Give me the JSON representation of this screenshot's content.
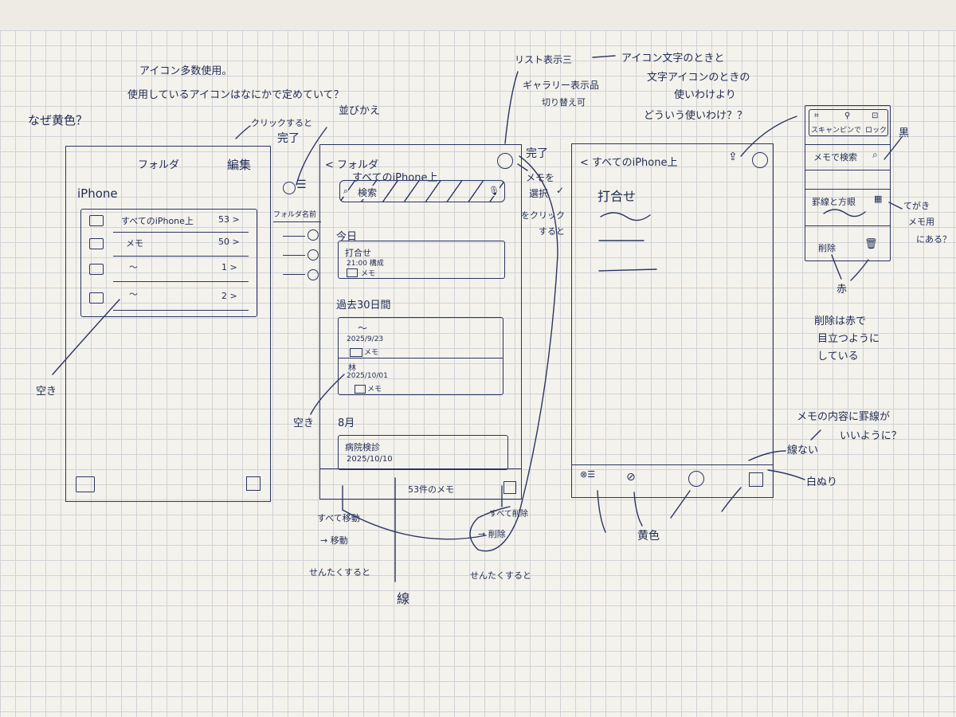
{
  "annotations": {
    "top1": "アイコン多数使用。",
    "top2": "使用しているアイコンはなにかで定めていて？",
    "why_yellow": "なぜ黄色？",
    "click_done_1": "クリックすると",
    "click_done_2": "完了",
    "sort": "並びかえ",
    "list_view": "リスト表示三",
    "gallery_view": "ギャラリー表示品",
    "switchable": "切り替え可",
    "icon_text_1": "アイコン文字のときと",
    "icon_text_2": "文字アイコンのときの",
    "icon_text_3": "使いわけより",
    "icon_text_4": "どういう使いわけ？？",
    "done_right": "完了",
    "memo_select_1": "メモを",
    "memo_select_2": "選択",
    "memo_select_3": "をクリック",
    "memo_select_4": "すると",
    "black": "黒",
    "handwrite_1": "てがき",
    "handwrite_2": "メモ用",
    "handwrite_3": "にある？",
    "red": "赤",
    "delete_note_1": "削除は赤で",
    "delete_note_2": "目立つように",
    "delete_note_3": "している",
    "memo_line_1": "メモの内容に罫線が",
    "memo_line_2": "いいように？",
    "line_none": "線ない",
    "white_fill": "白ぬり",
    "yellow": "黄色",
    "move_all": "すべて移動",
    "move": "→ 移動",
    "when_selected_left": "せんたくすると",
    "line_label": "線",
    "delete_all": "すべて削除",
    "delete_arrow": "→ 削除",
    "when_selected_right": "せんたくすると",
    "empty_left": "空き",
    "empty_middle": "空き"
  },
  "screen1": {
    "title": "フォルダ",
    "edit": "編集",
    "section": "iPhone",
    "folders": [
      {
        "name": "すべてのiPhone上",
        "count": "53 >"
      },
      {
        "name": "メモ",
        "count": "50 >"
      },
      {
        "name": "〜",
        "count": "1 >"
      },
      {
        "name": "〜",
        "count": "2 >"
      }
    ]
  },
  "screen2": {
    "back": "< フォルダ",
    "title": "すべてのiPhone上",
    "search_placeholder": "検索",
    "section_today": "今日",
    "section_past30": "過去30日間",
    "section_aug": "8月",
    "note_today_title": "打合せ",
    "note_today_meta": "21:00 構成",
    "note_today_folder": "メモ",
    "note_p1_title": "〜",
    "note_p1_date": "2025/9/23",
    "note_p1_folder": "メモ",
    "note_p2_title": "林",
    "note_p2_date": "2025/10/01",
    "note_p2_folder": "メモ",
    "note_aug_title": "病院検診",
    "note_aug_date": "2025/10/10",
    "count": "53件のメモ",
    "side_header": "フォルダ名前"
  },
  "screen3": {
    "back": "< すべてのiPhone上",
    "title": "打合せ"
  },
  "popup": {
    "scan": "スキャン",
    "pin": "ピンで",
    "lock": "ロック",
    "search_in_memo": "メモで検索",
    "lines_grid": "罫線と方眼",
    "delete": "削除"
  },
  "colors": {
    "ink": "#2b3563",
    "paper": "#f4f2ec",
    "grid": "#cfd2d6"
  }
}
